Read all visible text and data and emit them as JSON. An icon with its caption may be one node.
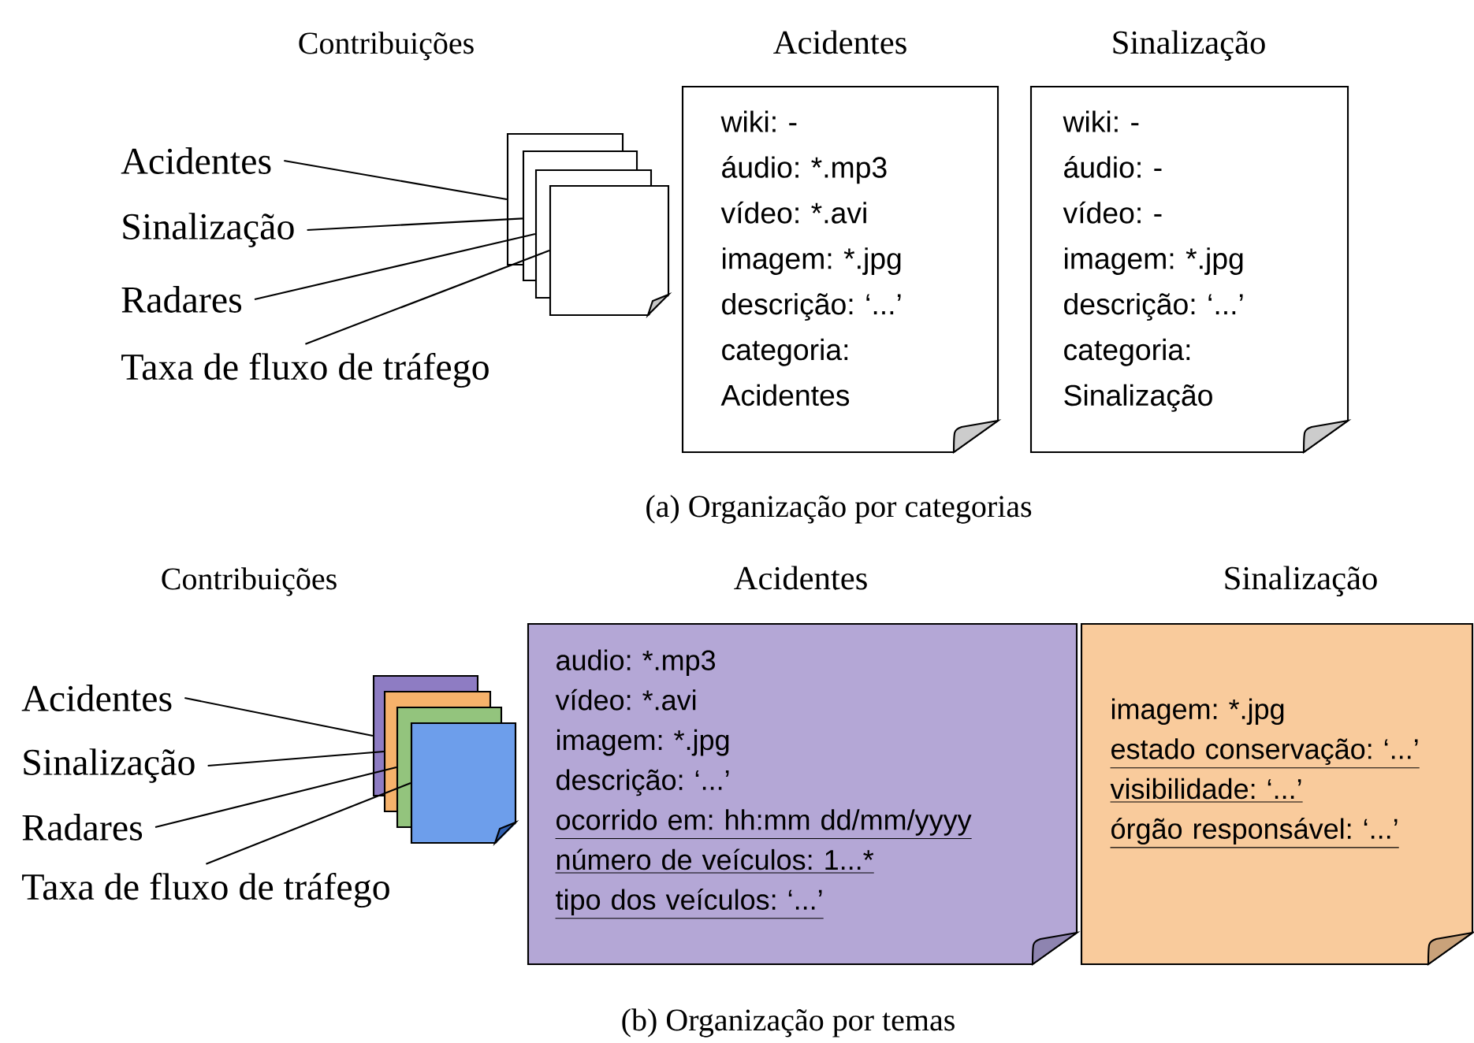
{
  "diagram": {
    "nodes": [
      {
        "text": [
          "Acidentes"
        ]
      },
      {
        "text": [
          "Sinalização"
        ]
      },
      {
        "text": [
          "Radares"
        ]
      },
      {
        "text": [
          "Taxa de fluxo de tráfego"
        ]
      },
      {
        "text": [],
        "shape": "box"
      },
      {
        "text": [],
        "shape": "box"
      },
      {
        "text": [],
        "shape": "box"
      },
      {
        "text": [],
        "shape": "box"
      },
      {
        "text": [
          "Acidentes",
          "wiki: -",
          "áudio: *.mp3",
          "vídeo: *.avi",
          "imagem: *.jpg",
          "descrição: ‘...’",
          "categoria: Acidentes"
        ]
      },
      {
        "text": [
          "Sinalização",
          "wiki: -",
          "áudio: -",
          "vídeo: -",
          "imagem: *.jpg",
          "descrição: ‘...’",
          "categoria: Sinalização"
        ]
      },
      {
        "text": [
          "Acidentes"
        ]
      },
      {
        "text": [
          "Sinalização"
        ]
      },
      {
        "text": [
          "Radares"
        ]
      },
      {
        "text": [
          "Taxa de fluxo de tráfego"
        ]
      },
      {
        "text": [],
        "shape": "box"
      },
      {
        "text": [],
        "shape": "box"
      },
      {
        "text": [],
        "shape": "box"
      },
      {
        "text": [],
        "shape": "box"
      },
      {
        "text": [
          "Acidentes",
          "audio: *.mp3",
          "vídeo: *.avi",
          "imagem: *.jpg",
          "descrição: ‘...’",
          "ocorrido em: hh:mm dd/mm/yyyy",
          "número de veículos: 1...*",
          "tipo dos veículos: ‘...’"
        ]
      },
      {
        "text": [
          "Sinalização",
          "imagem: *.jpg",
          "estado conservação: ‘...’",
          "visibilidade: ‘...’",
          "órgão responsável: ‘...’"
        ]
      }
    ],
    "edges": [
      {
        "from": 0,
        "to": 4,
        "arrow": "none"
      },
      {
        "from": 1,
        "to": 5,
        "arrow": "none"
      },
      {
        "from": 2,
        "to": 6,
        "arrow": "none"
      },
      {
        "from": 3,
        "to": 7,
        "arrow": "none"
      },
      {
        "from": 10,
        "to": 14,
        "arrow": "none"
      },
      {
        "from": 11,
        "to": 15,
        "arrow": "none"
      },
      {
        "from": 12,
        "to": 16,
        "arrow": "none"
      },
      {
        "from": 13,
        "to": 17,
        "arrow": "none"
      }
    ],
    "labels": [
      "Contribuições",
      "(a) Organização por categorias",
      "Contribuições",
      "(b) Organização por temas"
    ]
  }
}
